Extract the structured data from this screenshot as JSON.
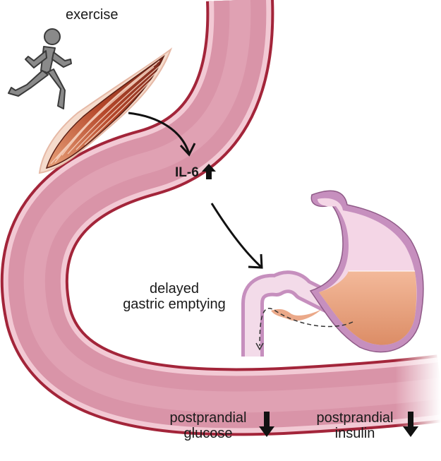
{
  "labels": {
    "exercise": "exercise",
    "il6": "IL-6",
    "gastric_line1": "delayed",
    "gastric_line2": "gastric emptying",
    "glucose_line1": "postprandial",
    "glucose_line2": "glucose",
    "insulin_line1": "postprandial",
    "insulin_line2": "insulin"
  },
  "icons": {
    "runner": "running-person-icon",
    "muscle": "muscle-fiber-icon",
    "stomach": "stomach-icon",
    "up_arrow": "up-arrow-icon",
    "down_arrow": "down-arrow-icon"
  },
  "colors": {
    "vessel_fill": "#d58ea3",
    "vessel_wall": "#a3253a",
    "muscle": "#b5472a",
    "stomach_wall": "#c68fbe",
    "chyme": "#e9a07c",
    "arrow": "#111111",
    "runner": "#8a8a8a"
  }
}
